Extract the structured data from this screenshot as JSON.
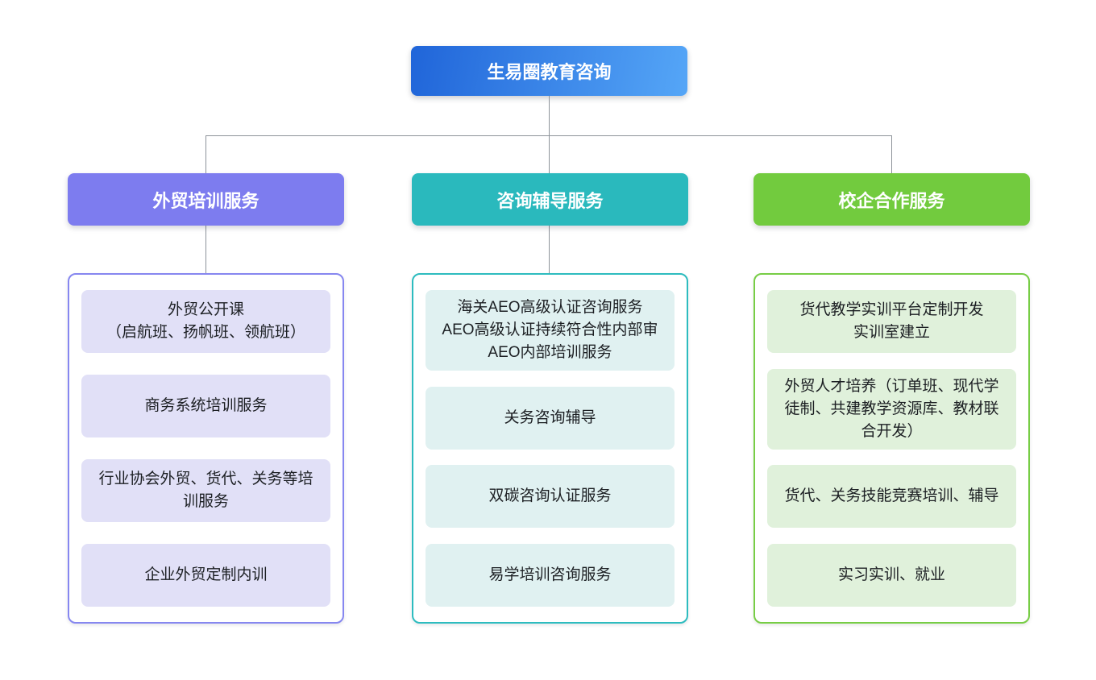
{
  "root": {
    "label": "生易圈教育咨询",
    "gradient_from": "#2065d9",
    "gradient_to": "#55a6f7"
  },
  "connector_color": "#8d939a",
  "branches": [
    {
      "label": "外贸培训服务",
      "accent": "#7d7cef",
      "border": "#8687f0",
      "item_bg": "#e1e0f7",
      "items": [
        "外贸公开课\n（启航班、扬帆班、领航班）",
        "商务系统培训服务",
        "行业协会外贸、货代、关务等培\n训服务",
        "企业外贸定制内训"
      ]
    },
    {
      "label": "咨询辅导服务",
      "accent": "#2ab9bd",
      "border": "#2dbcbf",
      "item_bg": "#e0f1f1",
      "items": [
        "海关AEO高级认证咨询服务\nAEO高级认证持续符合性内部审\nAEO内部培训服务",
        "关务咨询辅导",
        "双碳咨询认证服务",
        "易学培训咨询服务"
      ]
    },
    {
      "label": "校企合作服务",
      "accent": "#72cb3e",
      "border": "#77cd45",
      "item_bg": "#e0f1db",
      "items": [
        "货代教学实训平台定制开发\n实训室建立",
        "外贸人才培养（订单班、现代学\n徒制、共建教学资源库、教材联\n合开发）",
        "货代、关务技能竞赛培训、辅导",
        "实习实训、就业"
      ]
    }
  ]
}
